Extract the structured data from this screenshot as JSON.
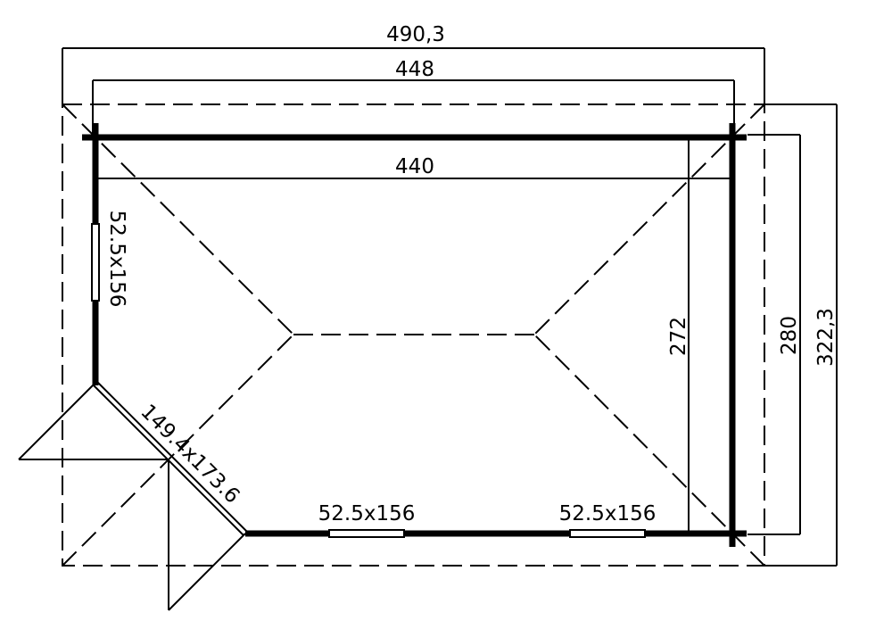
{
  "diagram": {
    "type": "floor-plan",
    "subject": "hipped-roof garden cabin with corner door",
    "colors": {
      "lines": "#000000",
      "background": "#ffffff"
    },
    "dimensions": {
      "overall_width": "490,3",
      "wall_width_outer": "448",
      "wall_width_inner": "440",
      "inner_depth": "272",
      "wall_depth": "280",
      "overall_depth": "322,3"
    },
    "openings": {
      "left_window": "52.5x156",
      "corner_door": "149.4x173.6",
      "bottom_window_1": "52.5x156",
      "bottom_window_2": "52.5x156"
    }
  }
}
